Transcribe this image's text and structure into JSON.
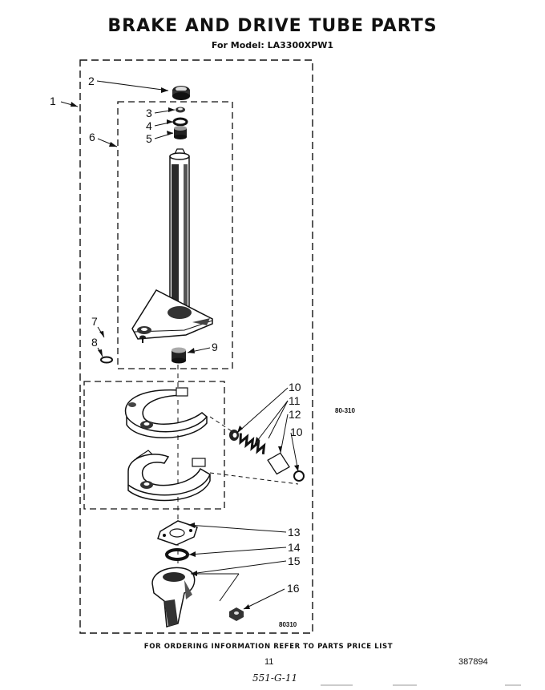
{
  "header": {
    "title": "BRAKE AND DRIVE TUBE PARTS",
    "model_line": "For Model: LA3300XPW1"
  },
  "callouts": {
    "c1": "1",
    "c2": "2",
    "c3": "3",
    "c4": "4",
    "c5": "5",
    "c6": "6",
    "c7": "7",
    "c8": "8",
    "c9": "9",
    "c10a": "10",
    "c11": "11",
    "c12": "12",
    "c10b": "10",
    "c13": "13",
    "c14": "14",
    "c15": "15",
    "c16": "16"
  },
  "codes": {
    "side_code": "80-310",
    "box_code": "80310"
  },
  "footer": {
    "ordering_note": "FOR ORDERING INFORMATION REFER TO PARTS PRICE LIST",
    "page_number": "11",
    "document_number": "387894",
    "handwritten_note": "551-G-11"
  }
}
